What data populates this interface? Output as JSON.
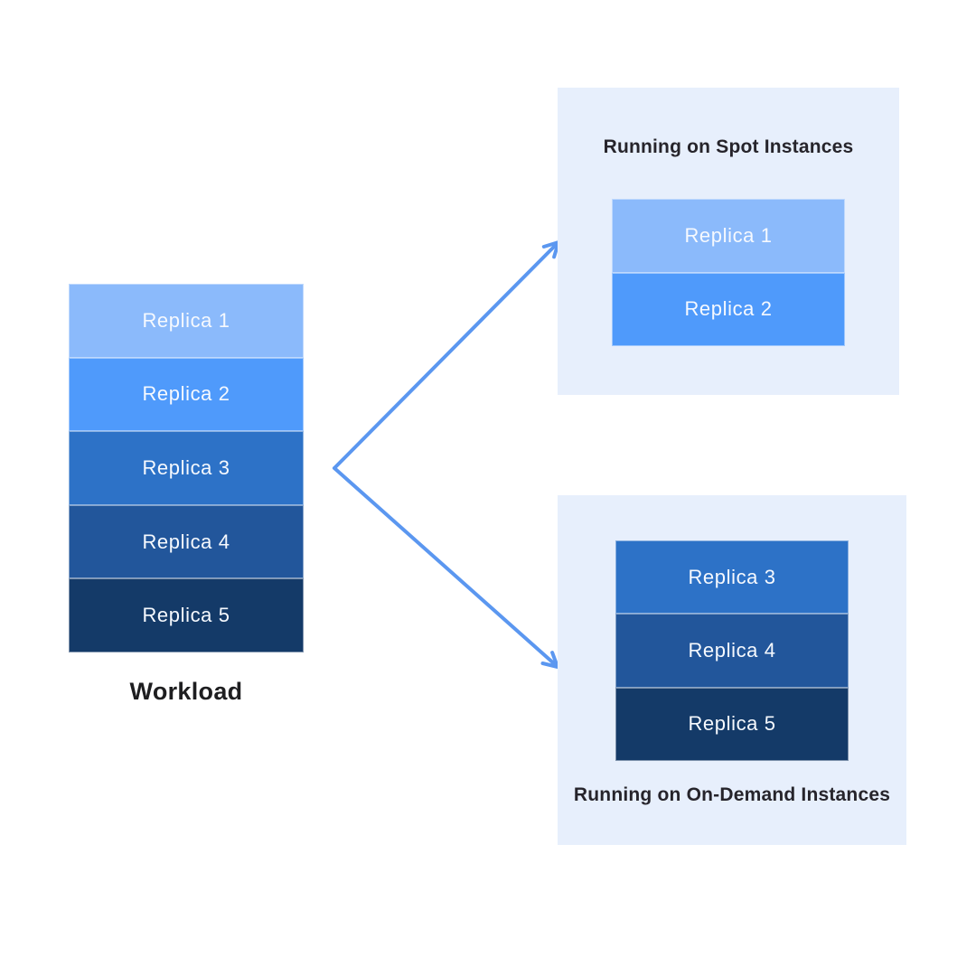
{
  "workload": {
    "label": "Workload",
    "replicas": [
      {
        "label": "Replica 1",
        "color": "#8bbafb"
      },
      {
        "label": "Replica 2",
        "color": "#4f9afb"
      },
      {
        "label": "Replica 3",
        "color": "#2d72c7"
      },
      {
        "label": "Replica 4",
        "color": "#22569b"
      },
      {
        "label": "Replica 5",
        "color": "#143a68"
      }
    ]
  },
  "panels": {
    "spot": {
      "title": "Running on Spot Instances",
      "replicas": [
        {
          "label": "Replica 1",
          "color": "#8bbafb"
        },
        {
          "label": "Replica 2",
          "color": "#4f9afb"
        }
      ]
    },
    "on_demand": {
      "title": "Running on On-Demand Instances",
      "replicas": [
        {
          "label": "Replica 3",
          "color": "#2d72c7"
        },
        {
          "label": "Replica 4",
          "color": "#22569b"
        },
        {
          "label": "Replica 5",
          "color": "#143a68"
        }
      ]
    }
  },
  "colors": {
    "arrow": "#5b97f0",
    "panel_background": "#e7effc",
    "canvas_background": "#ffffff",
    "title_text": "#26242b",
    "replica_text": "#f6f9fe"
  },
  "icons": {
    "arrow_up": "arrow-up-right-icon",
    "arrow_down": "arrow-down-right-icon"
  }
}
